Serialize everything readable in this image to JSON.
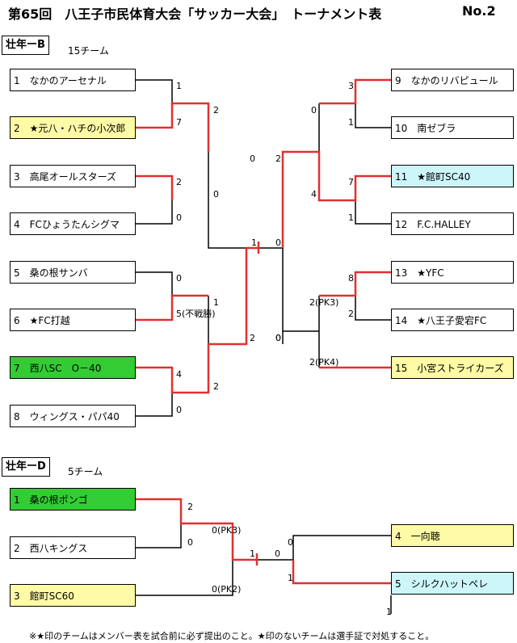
{
  "title": "第65回　八王子市民体育大会「サッカー大会」　トーナメント表",
  "page_no": "No.2",
  "sections": [
    {
      "label": "壮年ーB",
      "count": "15チーム"
    },
    {
      "label": "壮年ーD",
      "count": "5チーム"
    }
  ],
  "teams_b": [
    "1　なかのアーセナル",
    "2　★元八・ハチの小次郎",
    "3　高尾オールスターズ",
    "4　FCひょうたんシグマ",
    "5　桑の根サンバ",
    "6　★FC打越",
    "7　西八SC　O－40",
    "8　ウィングス・パパ40",
    "9　なかのリバピュール",
    "10　南ゼブラ",
    "11　★館町SC40",
    "12　F.C.HALLEY",
    "13　★YFC",
    "14　★八王子愛宕FC",
    "15　小宮ストライカーズ"
  ],
  "teams_d": [
    "1　桑の根ポンゴ",
    "2　西八キングス",
    "3　館町SC60",
    "4　一向聴",
    "5　シルクハットペレ"
  ],
  "scores": [
    "1",
    "7",
    "2",
    "0",
    "2",
    "0",
    "0",
    "5(不戦勝)",
    "1",
    "4",
    "0",
    "2",
    "2",
    "0",
    "1",
    "0",
    "0",
    "2",
    "3",
    "1",
    "7",
    "1",
    "0",
    "4",
    "8",
    "2",
    "2(PK3)",
    "2(PK4)",
    "0",
    "2",
    "0",
    "0(PK3)",
    "0(PK2)",
    "1",
    "0",
    "0",
    "1",
    "1"
  ],
  "footnote": "※★印のチームはメンバー表を試合前に必ず提出のこと。★印のないチームは選手証で対処すること。",
  "colors": {
    "win_line": "#e03030",
    "line": "#000000",
    "yellow": "#fffaa6",
    "green": "#33cc33",
    "cyan": "#ccf6fa"
  }
}
